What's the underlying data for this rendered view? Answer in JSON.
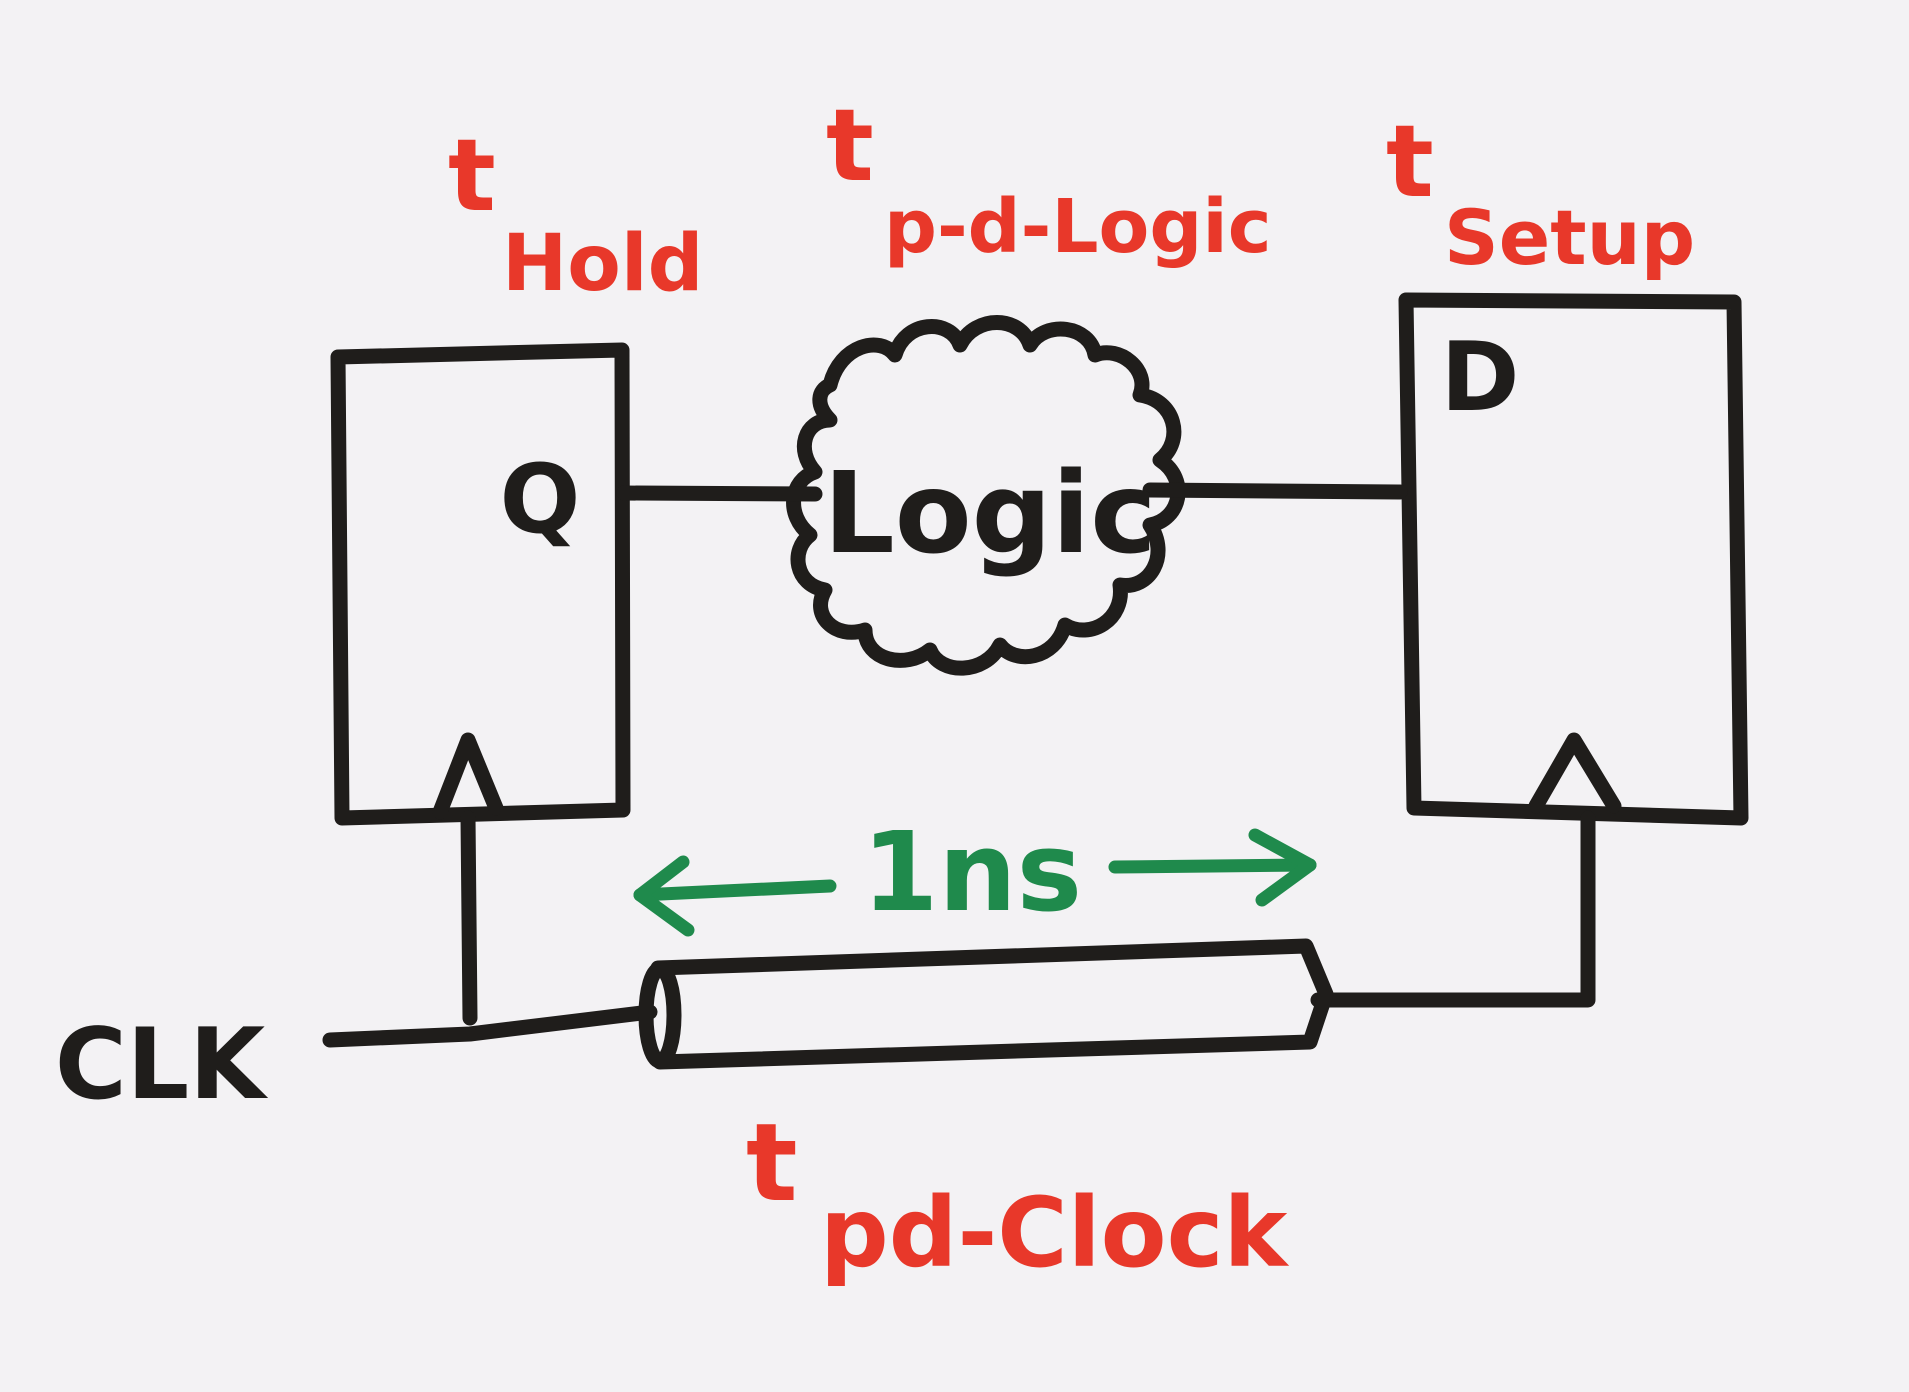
{
  "labels": {
    "hold_t": "t",
    "hold_sub": "Hold",
    "logic_t": "t",
    "logic_sub": "p-d-Logic",
    "setup_t": "t",
    "setup_sub": "Setup",
    "clock_t": "t",
    "clock_sub": "pd-Clock",
    "q_pin": "Q",
    "d_pin": "D",
    "logic_cloud": "Logic",
    "clk_input": "CLK",
    "delay": "1ns"
  },
  "colors": {
    "ink": "#1f1d1b",
    "timing_labels": "#e8382a",
    "delay_arrow": "#1f8a4c",
    "paper": "#f3f2f4"
  }
}
